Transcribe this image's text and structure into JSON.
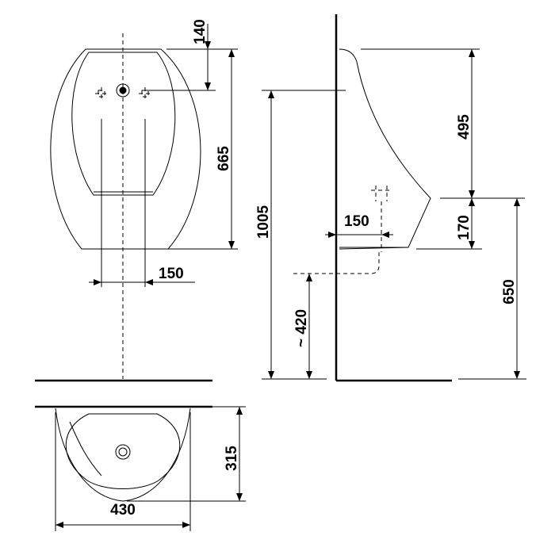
{
  "dimensions": {
    "front_top_offset": "140",
    "front_height": "665",
    "front_inlet_spacing": "150",
    "side_upper_height": "495",
    "side_mounting_height": "1005",
    "side_depth_offset": "150",
    "side_outlet_height": "170",
    "side_rim_height": "650",
    "side_drain_height": "~ 420",
    "plan_depth": "315",
    "plan_width": "430"
  }
}
